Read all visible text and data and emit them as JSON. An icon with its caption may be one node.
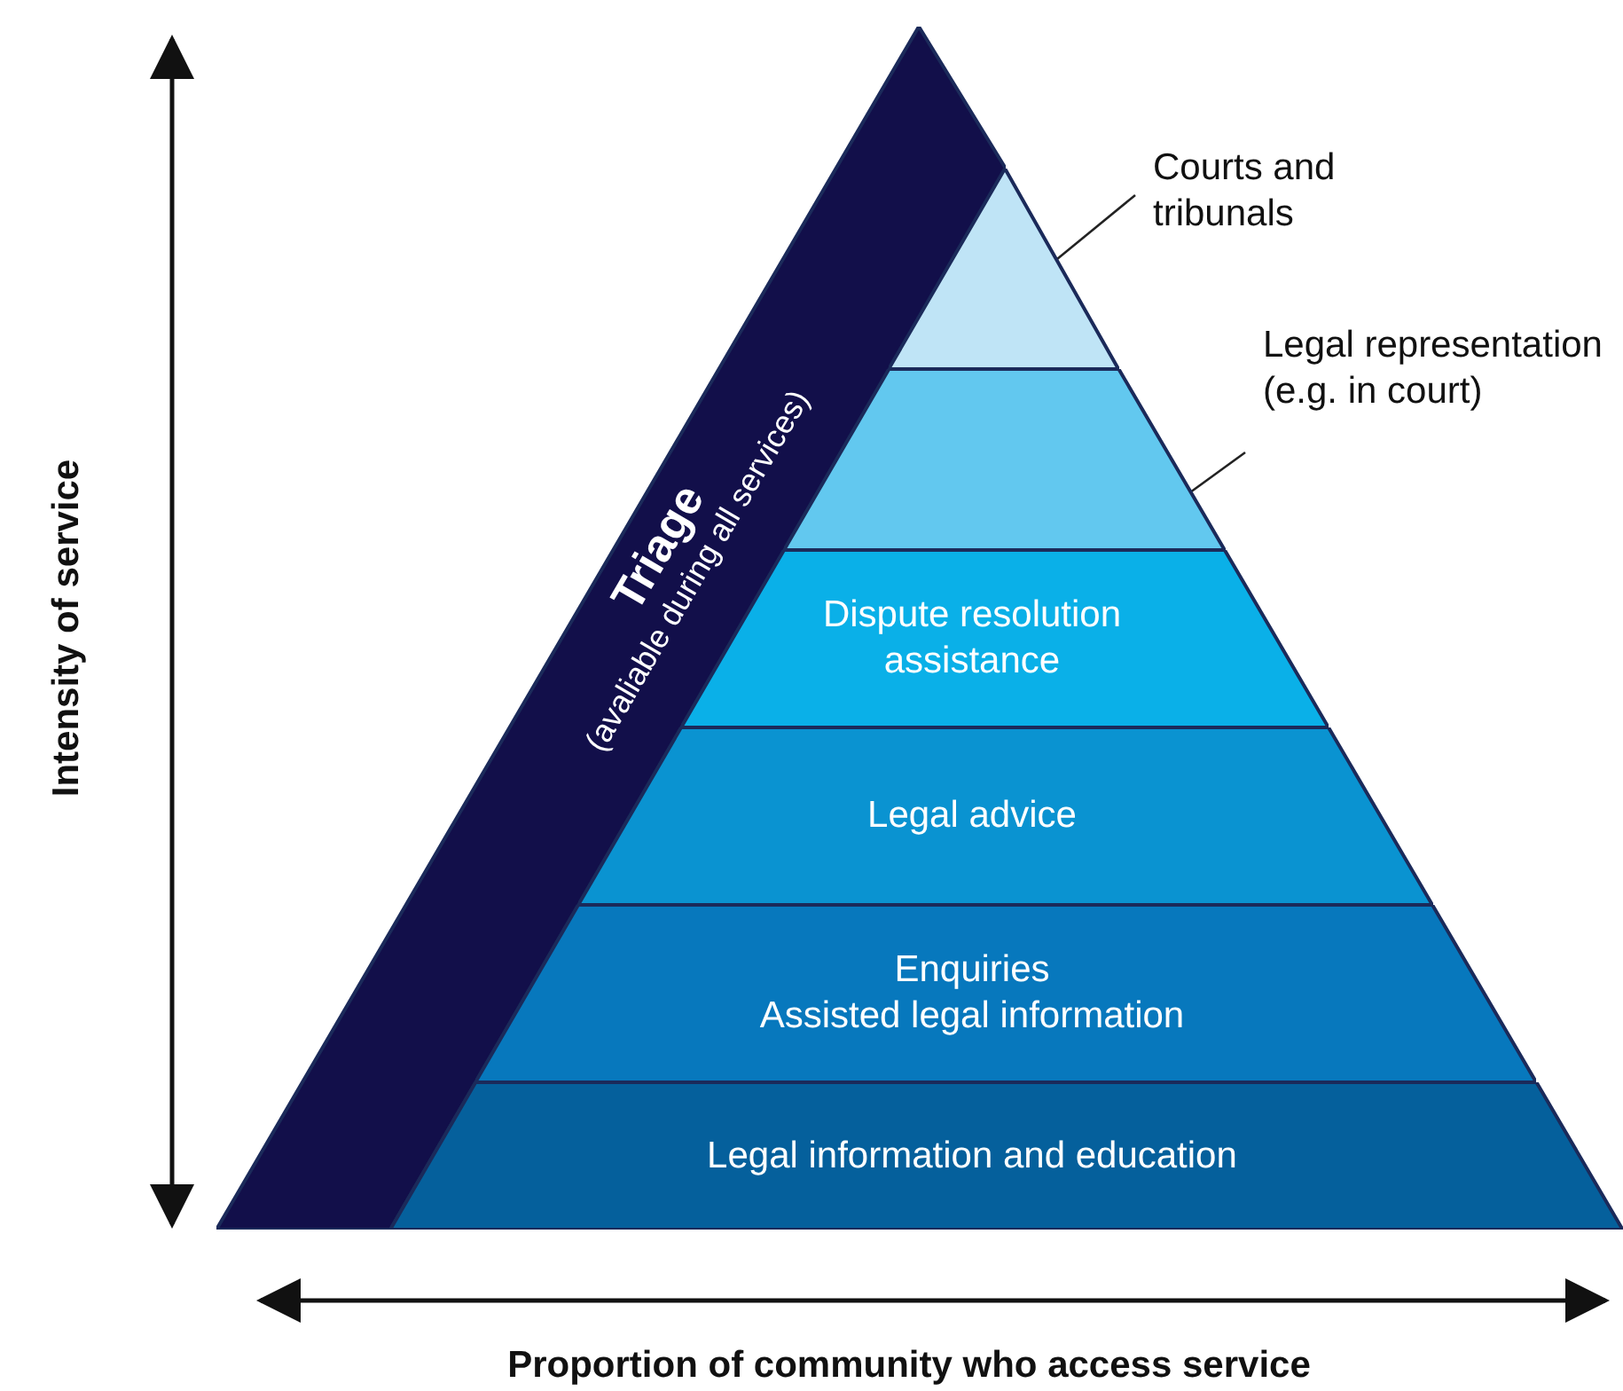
{
  "diagram": {
    "nodes": [
      {
        "text": [
          "Triage",
          "(avaliable during all services)"
        ]
      },
      {
        "text": [],
        "shape": "triangle"
      },
      {
        "text": [],
        "shape": "box"
      },
      {
        "text": [
          "Dispute resolution assistance"
        ]
      },
      {
        "text": [
          "Legal advice"
        ]
      },
      {
        "text": [
          "Enquiries",
          "Assisted legal information"
        ]
      },
      {
        "text": [
          "Legal information and education"
        ]
      },
      {
        "text": [
          "Courts and tribunals"
        ]
      },
      {
        "text": [
          "Legal representation (e.g. in court)"
        ]
      }
    ],
    "edges": [
      {
        "from": 7,
        "to": 1,
        "arrow": "none"
      },
      {
        "from": 8,
        "to": 2,
        "arrow": "none"
      }
    ],
    "labels": [
      "Intensity of service",
      "Proportion of community who access service"
    ]
  }
}
